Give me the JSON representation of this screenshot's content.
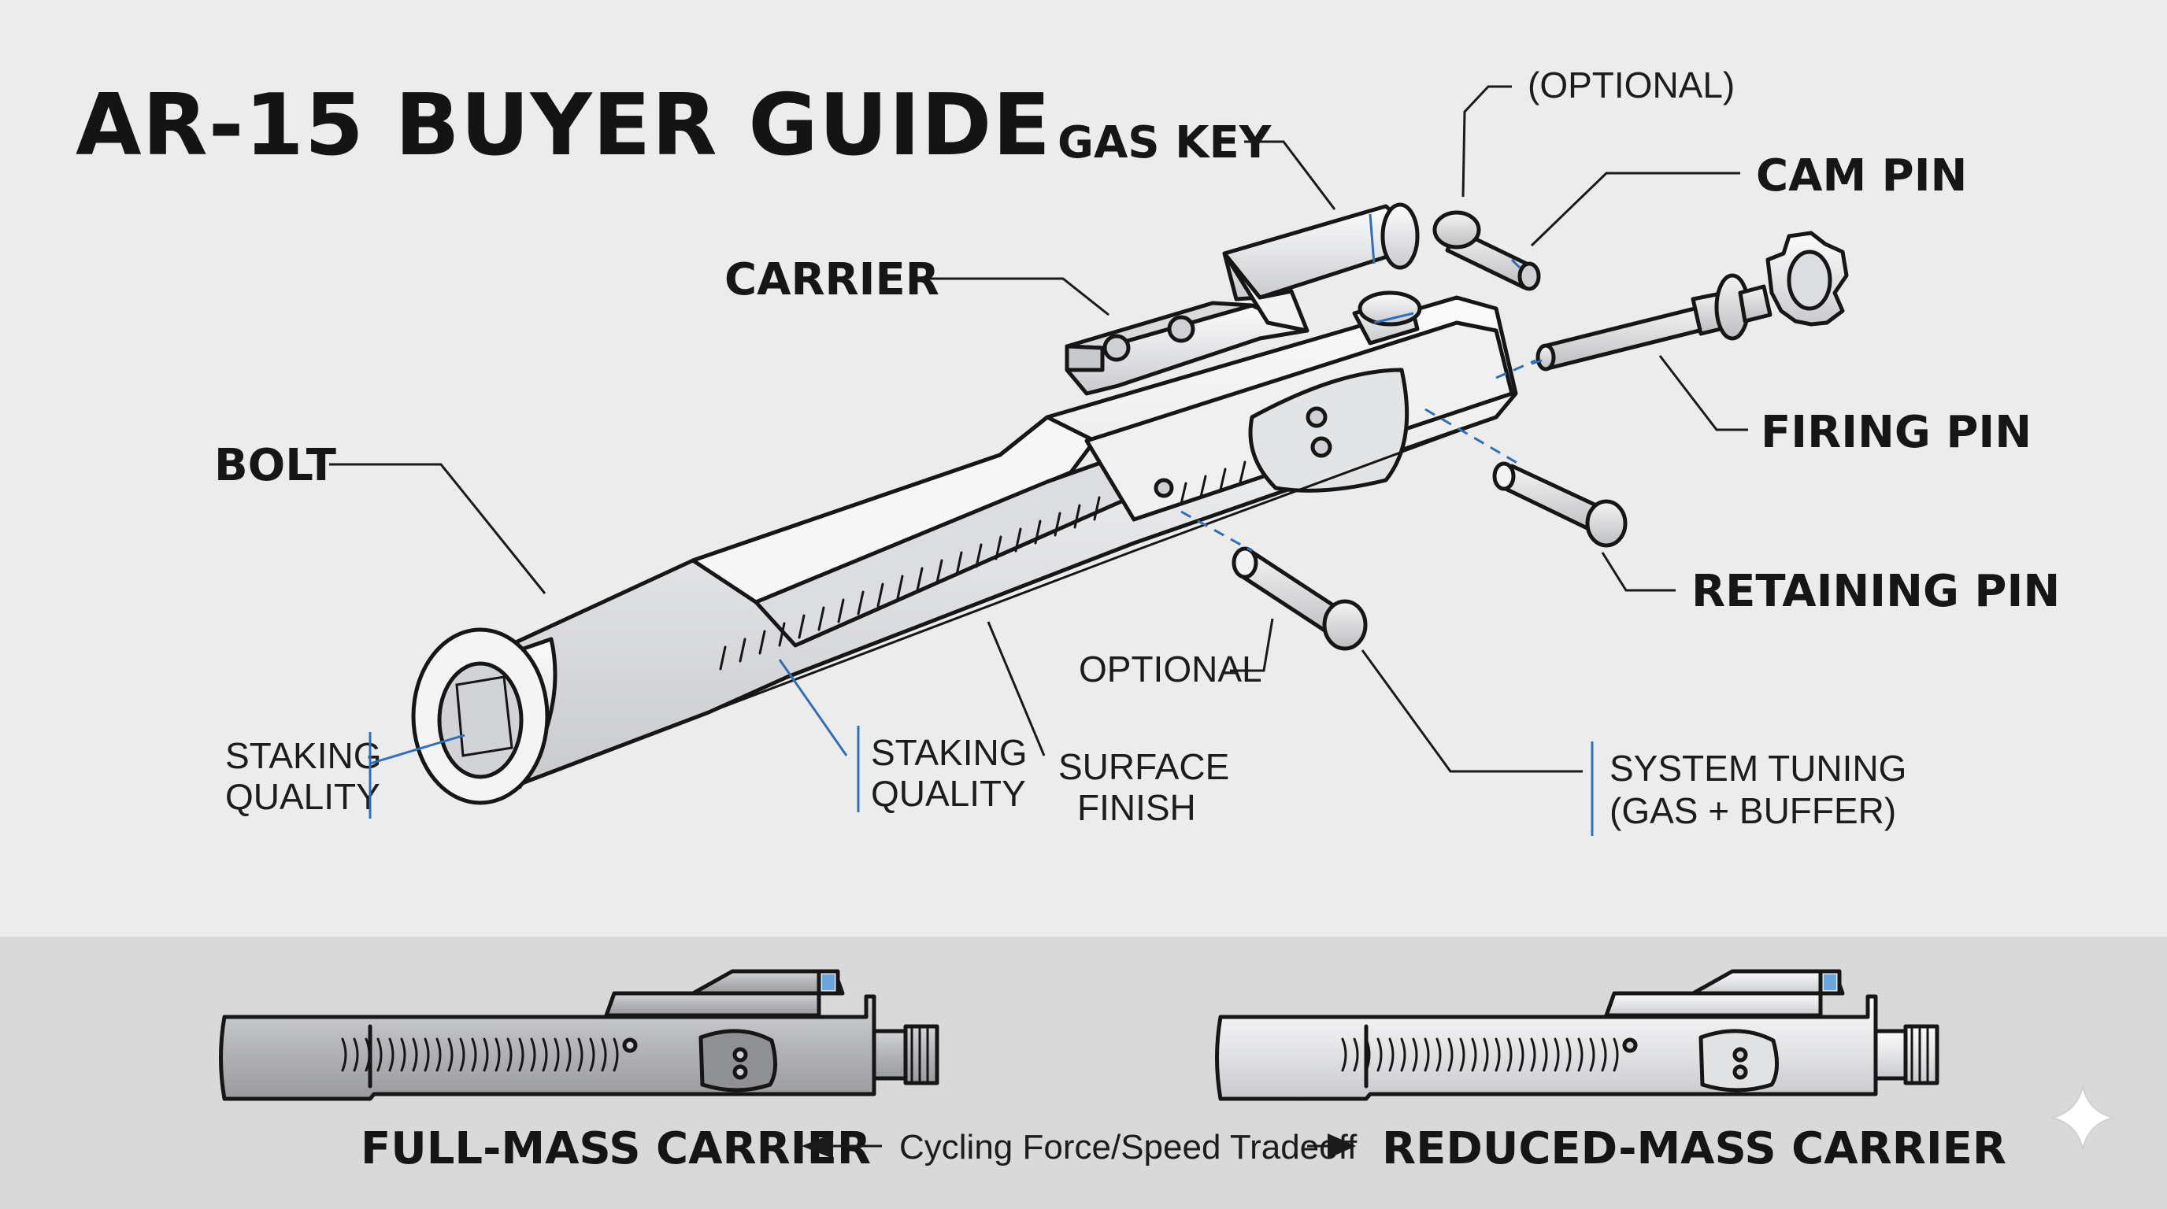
{
  "title": "AR-15 BUYER GUIDE",
  "labels": {
    "gas_key": "GAS KEY",
    "optional_top": "(OPTIONAL)",
    "cam_pin": "CAM PIN",
    "carrier": "CARRIER",
    "firing_pin": "FIRING PIN",
    "bolt": "BOLT",
    "retaining_pin": "RETAINING PIN",
    "optional_mid": "OPTIONAL",
    "staking_left_1": "STAKING",
    "staking_left_2": "QUALITY",
    "staking_mid_1": "STAKING",
    "staking_mid_2": "QUALITY",
    "surface_1": "SURFACE",
    "surface_2": "FINISH",
    "system_1": "SYSTEM TUNING",
    "system_2": "(GAS + BUFFER)"
  },
  "footer": {
    "left": "FULL-MASS CARRIER",
    "middle": "Cycling Force/Speed Tradeoff",
    "right": "REDUCED-MASS CARRIER"
  },
  "colors": {
    "background": "#ececec",
    "footer_band": "#d9d9d9",
    "accent_blue": "#2f6fba",
    "ink": "#161616"
  },
  "icons": [
    "sparkle-icon",
    "arrow-left-icon",
    "arrow-right-icon"
  ]
}
